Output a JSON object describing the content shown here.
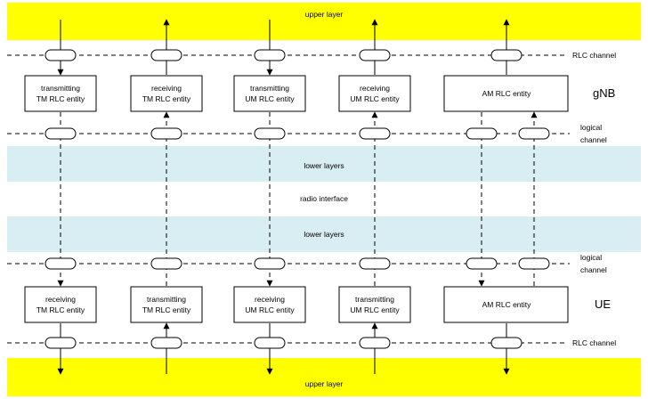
{
  "layers": {
    "upper_top": "upper layer",
    "lower_gnb": "lower layers",
    "radio": "radio interface",
    "lower_ue": "lower layers",
    "upper_bottom": "upper layer"
  },
  "channels": {
    "rlc_top": "RLC channel",
    "logical_top_1": "logical",
    "logical_top_2": "channel",
    "logical_bot_1": "logical",
    "logical_bot_2": "channel",
    "rlc_bottom": "RLC channel"
  },
  "nodes": {
    "gnb": "gNB",
    "ue": "UE"
  },
  "gnb_entities": [
    {
      "line1": "transmitting",
      "line2": "TM RLC entity"
    },
    {
      "line1": "receiving",
      "line2": "TM RLC entity"
    },
    {
      "line1": "transmitting",
      "line2": "UM RLC entity"
    },
    {
      "line1": "receiving",
      "line2": "UM RLC entity"
    },
    {
      "line1": "AM RLC entity"
    }
  ],
  "ue_entities": [
    {
      "line1": "receiving",
      "line2": "TM RLC entity"
    },
    {
      "line1": "transmitting",
      "line2": "TM RLC entity"
    },
    {
      "line1": "receiving",
      "line2": "UM RLC entity"
    },
    {
      "line1": "transmitting",
      "line2": "UM RLC entity"
    },
    {
      "line1": "AM RLC entity"
    }
  ],
  "colors": {
    "upper_layer": "#ffff00",
    "lower_layer": "#d9eef3",
    "line": "#000000"
  }
}
